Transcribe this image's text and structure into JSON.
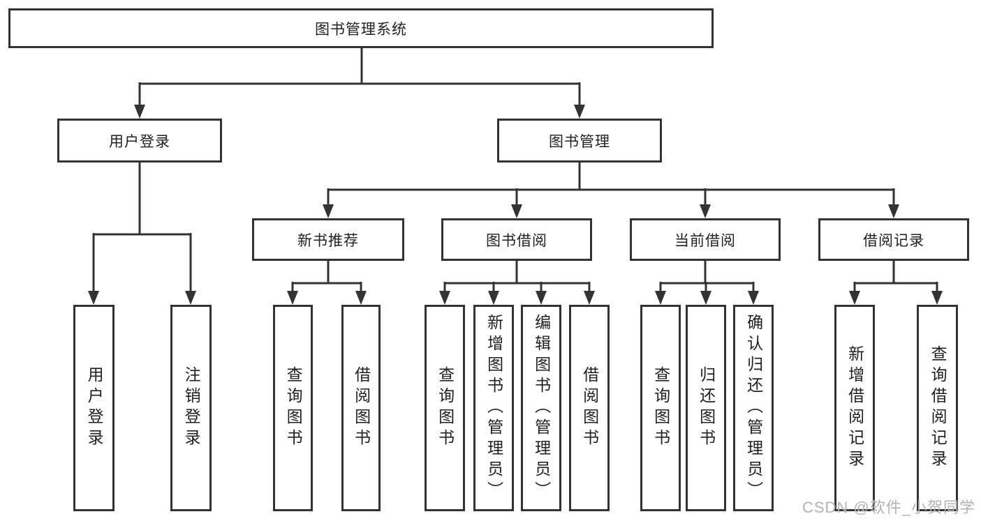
{
  "tree": {
    "root": {
      "label": "图书管理系统",
      "children": [
        {
          "label": "用户登录",
          "children": [
            {
              "label": "用户登录"
            },
            {
              "label": "注销登录"
            }
          ]
        },
        {
          "label": "图书管理",
          "children": [
            {
              "label": "新书推荐",
              "children": [
                {
                  "label": "查询图书"
                },
                {
                  "label": "借阅图书"
                }
              ]
            },
            {
              "label": "图书借阅",
              "children": [
                {
                  "label": "查询图书"
                },
                {
                  "label": "新增图书（管理员）"
                },
                {
                  "label": "编辑图书（管理员）"
                },
                {
                  "label": "借阅图书"
                }
              ]
            },
            {
              "label": "当前借阅",
              "children": [
                {
                  "label": "查询图书"
                },
                {
                  "label": "归还图书"
                },
                {
                  "label": "确认归还（管理员）"
                }
              ]
            },
            {
              "label": "借阅记录",
              "children": [
                {
                  "label": "新增借阅记录"
                },
                {
                  "label": "查询借阅记录"
                }
              ]
            }
          ]
        }
      ]
    }
  },
  "watermark": "CSDN @软件_小贺同学",
  "colors": {
    "line": "#333333",
    "box_border": "#333333",
    "text": "#1f1f1f",
    "watermark": "#b3b3b3",
    "background": "#ffffff"
  }
}
